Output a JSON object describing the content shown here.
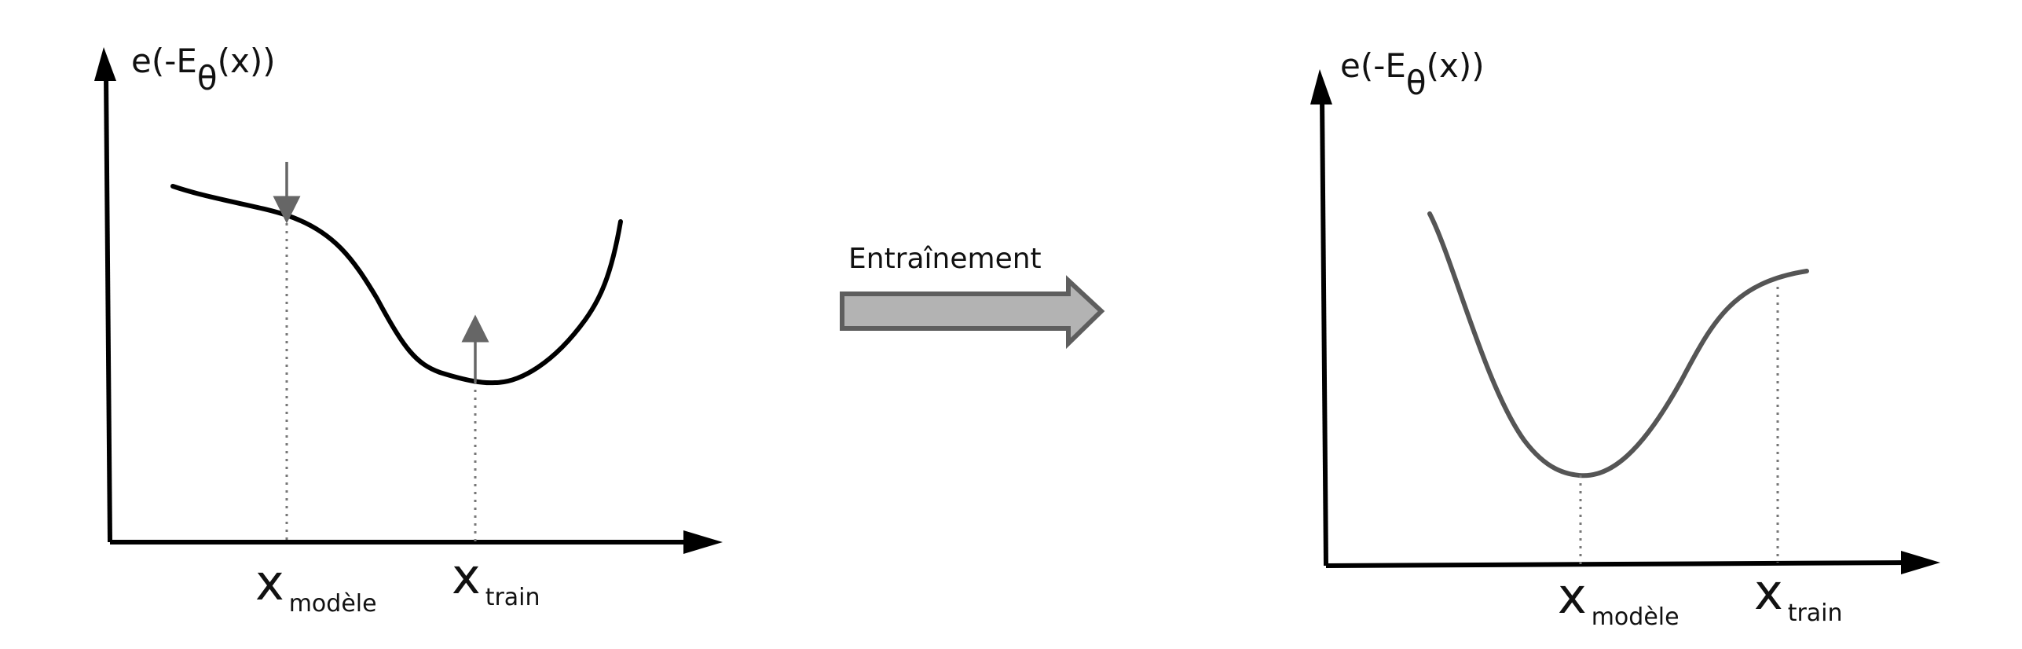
{
  "panels": {
    "before": {
      "y_label": {
        "base": "e(-E",
        "sub": "θ",
        "tail": "(x))"
      },
      "x_model": {
        "main": "x",
        "sub": "modèle"
      },
      "x_train": {
        "main": "x",
        "sub": "train"
      }
    },
    "after": {
      "y_label": {
        "base": "e(-E",
        "sub": "θ",
        "tail": "(x))"
      },
      "x_model": {
        "main": "x",
        "sub": "modèle"
      },
      "x_train": {
        "main": "x",
        "sub": "train"
      }
    }
  },
  "transition": {
    "label": "Entraînement"
  },
  "colors": {
    "axis": "#000000",
    "curve_before": "#000000",
    "curve_after": "#555555",
    "guides": "#777777",
    "arrow_fill": "#b3b3b3",
    "arrow_stroke": "#5e5e5e"
  }
}
